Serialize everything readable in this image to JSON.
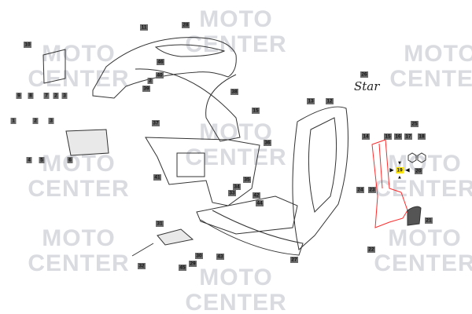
{
  "watermark": {
    "line1": "MOTO",
    "line2": "CENTER"
  },
  "logo_text": "Star",
  "highlight_color": "#ff2a2a",
  "selected_badge_color": "#ffe600",
  "selected_part": "19",
  "part_labels": [
    "11",
    "28",
    "10",
    "9",
    "8",
    "7",
    "2",
    "3",
    "46",
    "40",
    "2",
    "39",
    "38",
    "15",
    "37",
    "36",
    "1",
    "2",
    "3",
    "4",
    "5",
    "6",
    "41",
    "33",
    "34",
    "35",
    "42",
    "44",
    "31",
    "32",
    "45",
    "29",
    "30",
    "43",
    "27",
    "26",
    "13",
    "12",
    "14",
    "15",
    "16",
    "17",
    "18",
    "25",
    "19",
    "20",
    "24",
    "23",
    "21",
    "22"
  ]
}
